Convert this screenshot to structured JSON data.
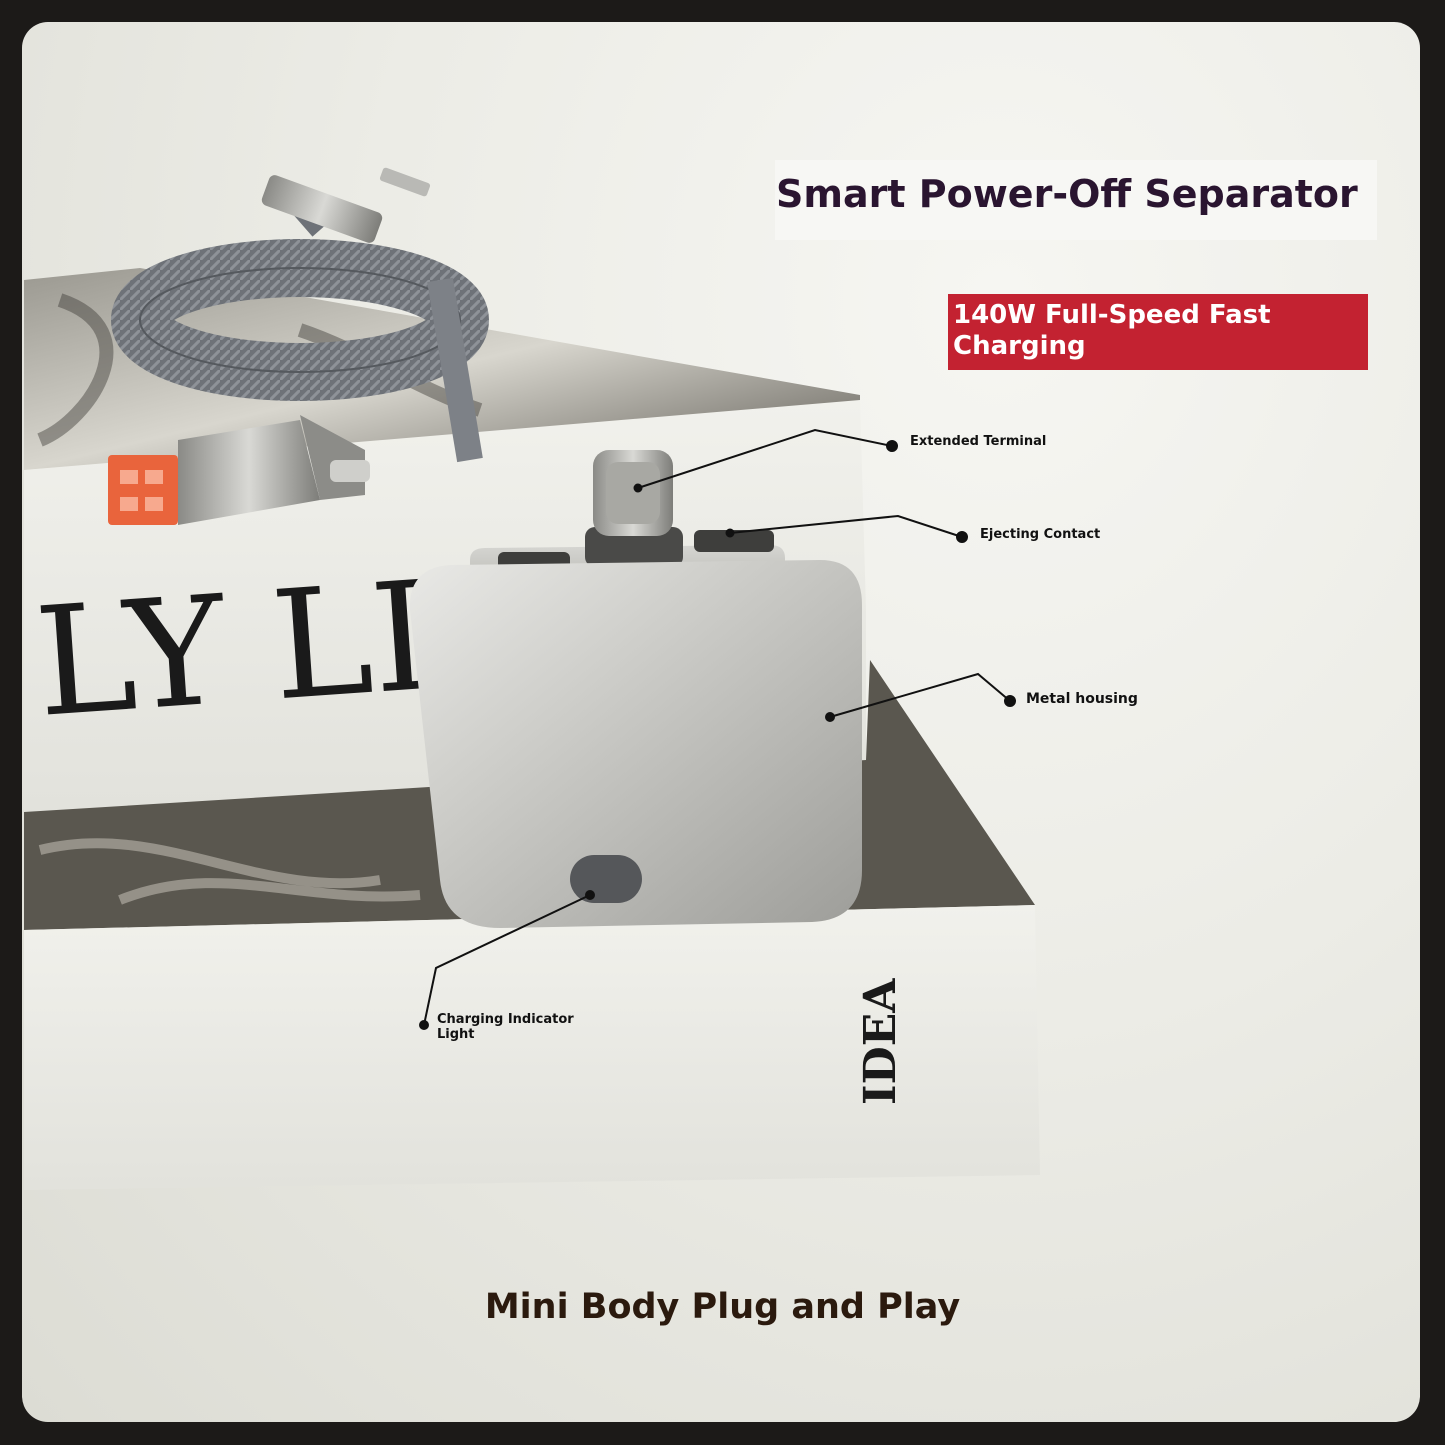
{
  "heading": "Smart Power-Off Separator",
  "badge": {
    "text": "140W Full-Speed Fast Charging",
    "color": "#c32231"
  },
  "callouts": {
    "extended_terminal": "Extended Terminal",
    "ejecting_contact": "Ejecting Contact",
    "metal_housing": "Metal housing",
    "charging_indicator": "Charging Indicator Light"
  },
  "book_spine_lettering": "LY LI",
  "book_spine_bottom": "IDEA",
  "footer": "Mini Body Plug and Play"
}
